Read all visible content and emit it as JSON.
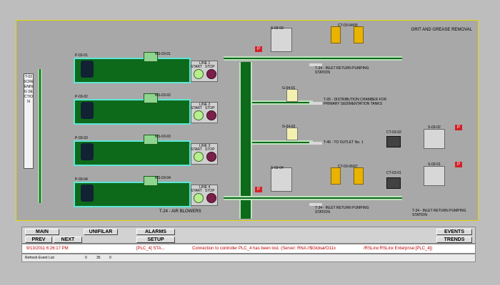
{
  "title": "GRIT AND GREASE REMOVAL",
  "screening_label": "T-02 SCREENING SECTION",
  "lines": [
    {
      "pump": "P-03-01",
      "blower": "MS-03-01",
      "line": "LINE 1"
    },
    {
      "pump": "P-03-02",
      "blower": "MS-03-02",
      "line": "LINE 2"
    },
    {
      "pump": "P-03-03",
      "blower": "MS-03-03",
      "line": "LINE 3"
    },
    {
      "pump": "P-03-04",
      "blower": "MS-03-04",
      "line": "LINE 4"
    }
  ],
  "start_label": "START",
  "stop_label": "STOP",
  "air_blowers": "T-24 - AIR BLOWERS",
  "p_badge": "P",
  "dest": {
    "return_top": "T-34 - INLET RETURN PUMPING STATION",
    "distribution": "T-05 - DISTRIBUTION CHAMBER FOR PRIMARY SEDIMENTATION TANKS",
    "outlet": "T-46 - TO OUTLET No. 1",
    "return_bottom": "T-34 - INLET RETURN PUMPING STATION",
    "return_right": "T-34 - INLET RETURN PUMPING STATION"
  },
  "equip": {
    "s_top": "S-03-03",
    "tank_top": "CT-03-04/05",
    "g1": "G-04-01",
    "g2": "G-04-02",
    "s_bottom": "S-03-04",
    "tank_bottom": "CT-03-06/07",
    "ct_a": "CT-03-02",
    "ct_b": "CT-03-01",
    "s_right_a": "S-03-02",
    "s_right_b": "S-03-01"
  },
  "nav": {
    "main": "MAIN",
    "unifilar": "UNIFILAR",
    "alarms": "ALARMS",
    "setup": "SETUP",
    "prev": "PREV",
    "next": "NEXT",
    "events": "EVENTS",
    "trends": "TRENDS"
  },
  "alarm": {
    "time": "9/13/2011 6:26:17 PM",
    "source": "[PLC_4] STA...",
    "message": "Connection to controller PLC_4 has been lost. (Server: RNA://$Global/O11x",
    "server": "/RSLinx:RSLinx Enterprise:[PLC_4])"
  },
  "status": {
    "refresh": "Refresh Event List",
    "count_a": "0",
    "count_b": "35",
    "count_c": "0"
  }
}
